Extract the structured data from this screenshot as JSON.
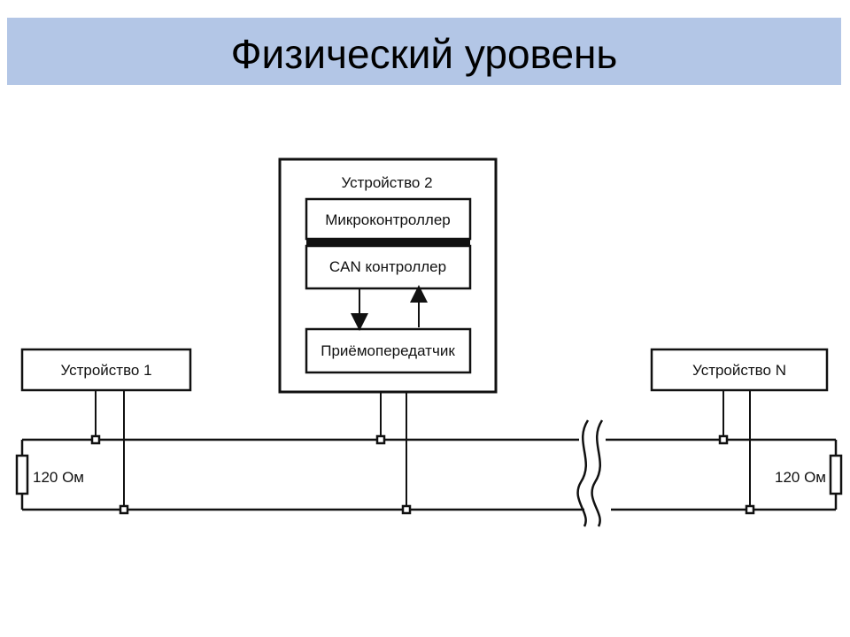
{
  "title": "Физический уровень",
  "diagram": {
    "device_1": "Устройство 1",
    "device_2": "Устройство 2",
    "device_n": "Устройство N",
    "microcontroller": "Микроконтроллер",
    "can_controller": "CAN контроллер",
    "transceiver": "Приёмопередатчик",
    "resistor_left": "120 Ом",
    "resistor_right": "120 Ом"
  }
}
